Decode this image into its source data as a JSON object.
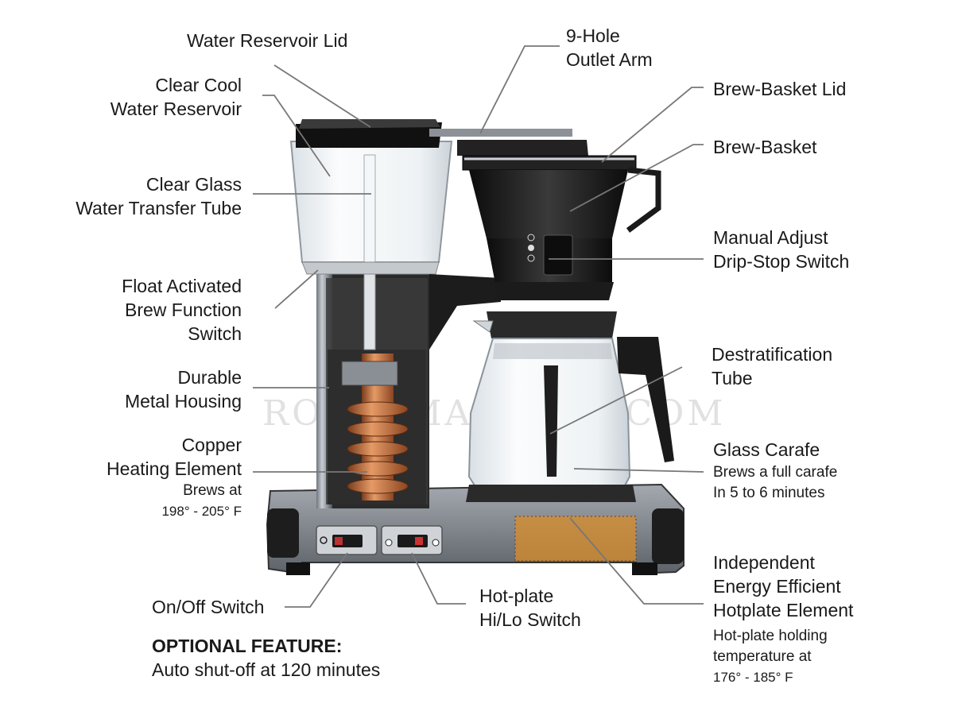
{
  "labels": {
    "water_reservoir_lid": "Water Reservoir Lid",
    "outlet_arm": [
      "9-Hole",
      "Outlet Arm"
    ],
    "clear_cool_reservoir": [
      "Clear Cool",
      "Water Reservoir"
    ],
    "brew_basket_lid": "Brew-Basket Lid",
    "brew_basket": "Brew-Basket",
    "transfer_tube": [
      "Clear Glass",
      "Water Transfer Tube"
    ],
    "drip_stop": [
      "Manual Adjust",
      "Drip-Stop Switch"
    ],
    "float_switch": [
      "Float Activated",
      "Brew Function",
      "Switch"
    ],
    "destratification": [
      "Destratification",
      "Tube"
    ],
    "metal_housing": [
      "Durable",
      "Metal Housing"
    ],
    "heating_element": [
      "Copper",
      "Heating Element"
    ],
    "heating_element_note": [
      "Brews at",
      "198° - 205° F"
    ],
    "glass_carafe": "Glass Carafe",
    "glass_carafe_note": [
      "Brews a full carafe",
      "In 5 to 6 minutes"
    ],
    "hotplate": [
      "Independent",
      "Energy Efficient",
      "Hotplate Element"
    ],
    "hotplate_note": [
      "Hot-plate holding",
      "temperature at",
      "176° - 185° F"
    ],
    "on_off": "On/Off Switch",
    "hi_lo": [
      "Hot-plate",
      "Hi/Lo Switch"
    ],
    "optional_title": "OPTIONAL FEATURE:",
    "optional_text": "Auto shut-off at 120 minutes"
  },
  "watermark": "ROASTMASTERS.COM",
  "colors": {
    "text": "#1a1a1a",
    "leader": "#777777",
    "body_black": "#1b1b1b",
    "metal": "#9aa0a8",
    "copper": "#b8693a",
    "glass": "#e8eef2",
    "hotplate_glow": "#d98c2a"
  }
}
